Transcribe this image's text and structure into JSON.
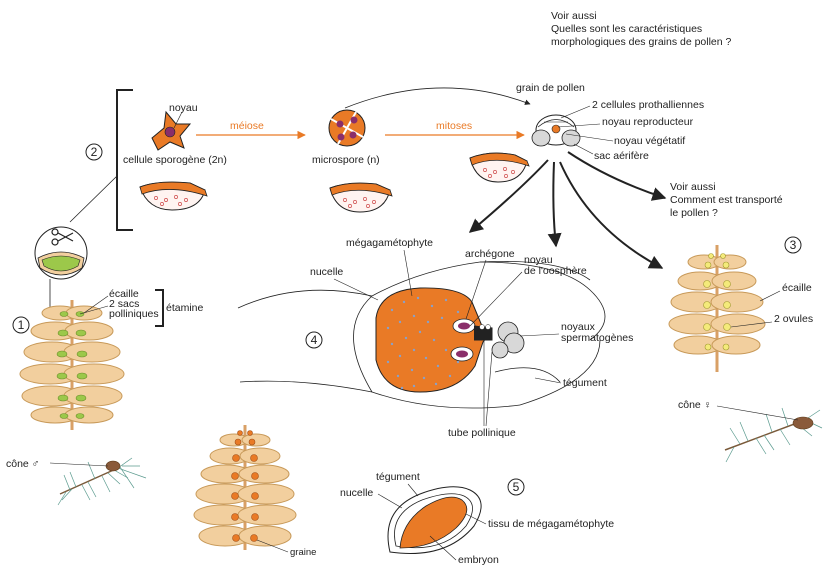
{
  "links": {
    "voir_aussi_1": {
      "line1": "Voir aussi",
      "line2": "Quelles sont les caractéristiques",
      "line3": "morphologiques des grains de pollen ?"
    },
    "voir_aussi_2": {
      "line1": "Voir aussi",
      "line2": "Comment est transporté",
      "line3": "le pollen ?"
    }
  },
  "steps": {
    "s1": "1",
    "s2": "2",
    "s3": "3",
    "s4": "4",
    "s5": "5"
  },
  "labels": {
    "noyau": "noyau",
    "cellule_sporogene": "cellule sporogène (2n)",
    "meiose": "méiose",
    "microspore": "microspore (n)",
    "mitoses": "mitoses",
    "grain_de_pollen": "grain de pollen",
    "cellules_prothalliennes": "2 cellules prothalliennes",
    "noyau_reproducteur": "noyau reproducteur",
    "noyau_vegetatif": "noyau végétatif",
    "sac_aerifere": "sac aérifère",
    "ecaille_male": "écaille",
    "sacs_line1": "2 sacs",
    "sacs_line2": "polliniques",
    "etamine": "étamine",
    "cone_male": "cône ♂",
    "megagametophyte": "mégagamétophyte",
    "archegone": "archégone",
    "noyau_oosphere_1": "noyau",
    "noyau_oosphere_2": "de l'oosphère",
    "nucelle": "nucelle",
    "noyaux_sperm_1": "noyaux",
    "noyaux_sperm_2": "spermatogènes",
    "tegument": "tégument",
    "tube_pollinique": "tube pollinique",
    "ecaille_femelle": "écaille",
    "ovules": "2 ovules",
    "cone_femelle": "cône ♀",
    "graine": "graine",
    "tegument_graine": "tégument",
    "nucelle_graine": "nucelle",
    "tissu_megagametophyte": "tissu de mégagamétophyte",
    "embryon": "embryon"
  },
  "colors": {
    "orange": "#e97a26",
    "tan": "#f2cf9e",
    "tan_stroke": "#c89a5a",
    "green": "#9cc84a",
    "purple": "#8a2e6a",
    "grey": "#d8d8d8"
  },
  "icons": {
    "scissors": "scissors-icon",
    "pine_branch_male": "pine-branch-icon",
    "pine_branch_female": "pine-branch-icon"
  }
}
